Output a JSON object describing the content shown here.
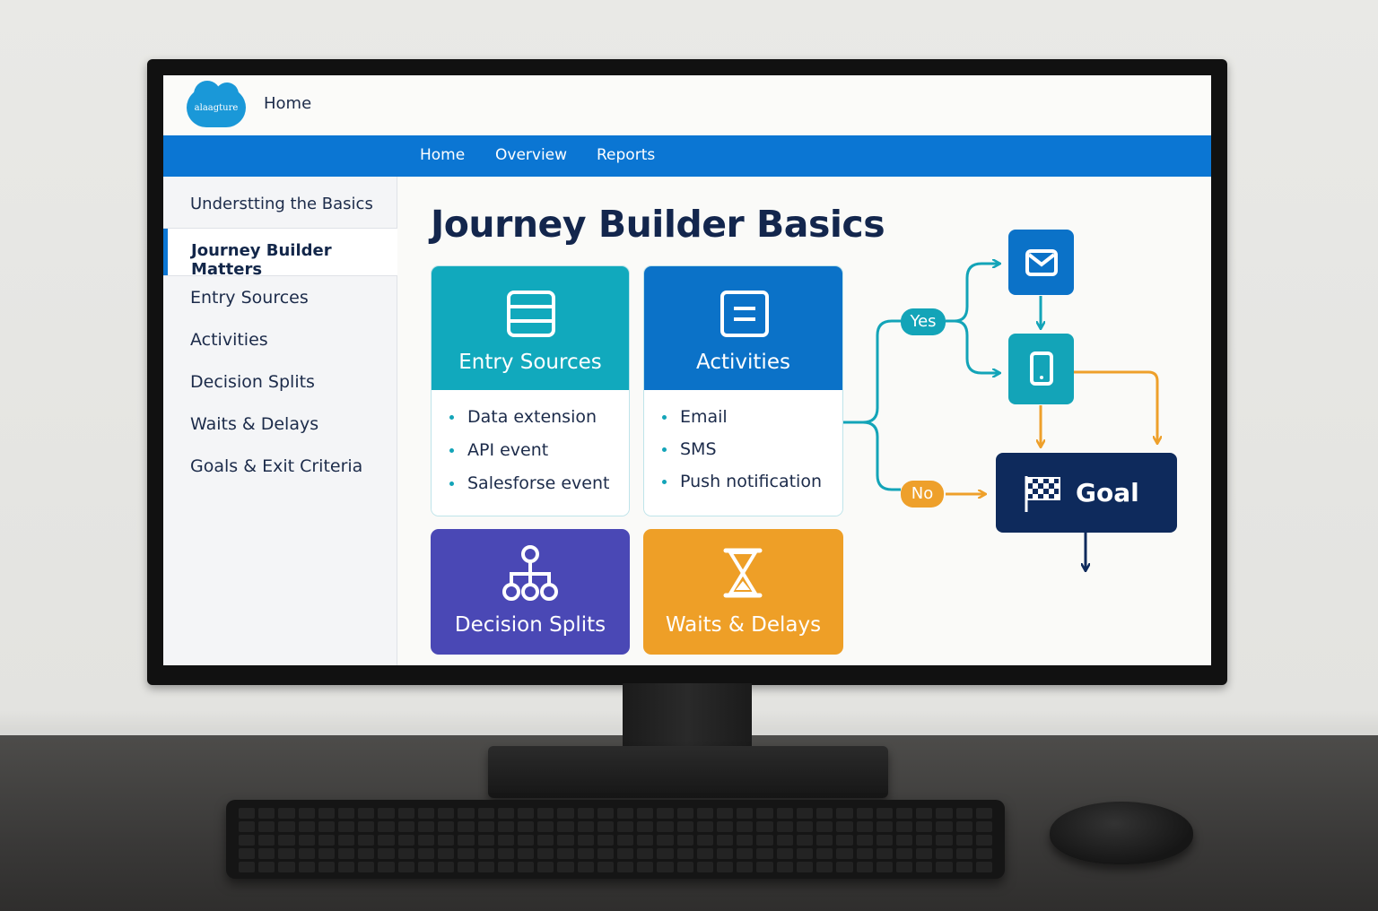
{
  "app": {
    "logo_text": "alaagture",
    "top_home": "Home"
  },
  "nav": {
    "items": [
      "Home",
      "Overview",
      "Reports"
    ]
  },
  "sidebar": {
    "items": [
      {
        "label": "Understting the Basics"
      },
      {
        "label": "Journey Builder Matters",
        "active": true
      },
      {
        "label": "Entry Sources"
      },
      {
        "label": "Activities"
      },
      {
        "label": "Decision Splits"
      },
      {
        "label": "Waits & Delays"
      },
      {
        "label": "Goals & Exit Criteria"
      }
    ]
  },
  "main": {
    "title": "Journey Builder Basics",
    "cards": [
      {
        "title": "Entry Sources",
        "color": "#11a9bd",
        "icon": "database-icon",
        "bullets": [
          "Data extension",
          "API event",
          "Salesforse event"
        ]
      },
      {
        "title": "Activities",
        "color": "#0b72c8",
        "icon": "document-icon",
        "bullets": [
          "Email",
          "SMS",
          "Push notification"
        ]
      },
      {
        "title": "Decision Splits",
        "color": "#4a48b5",
        "icon": "hierarchy-icon"
      },
      {
        "title": "Waits & Delays",
        "color": "#ee9f27",
        "icon": "hourglass-icon"
      }
    ]
  },
  "flow": {
    "yes_label": "Yes",
    "no_label": "No",
    "goal_label": "Goal",
    "nodes": [
      "email-icon",
      "mobile-icon",
      "flag-icon"
    ],
    "colors": {
      "teal": "#13a4b8",
      "orange": "#eea02b",
      "navy": "#0e2a5c",
      "blue": "#0b76d3"
    }
  }
}
